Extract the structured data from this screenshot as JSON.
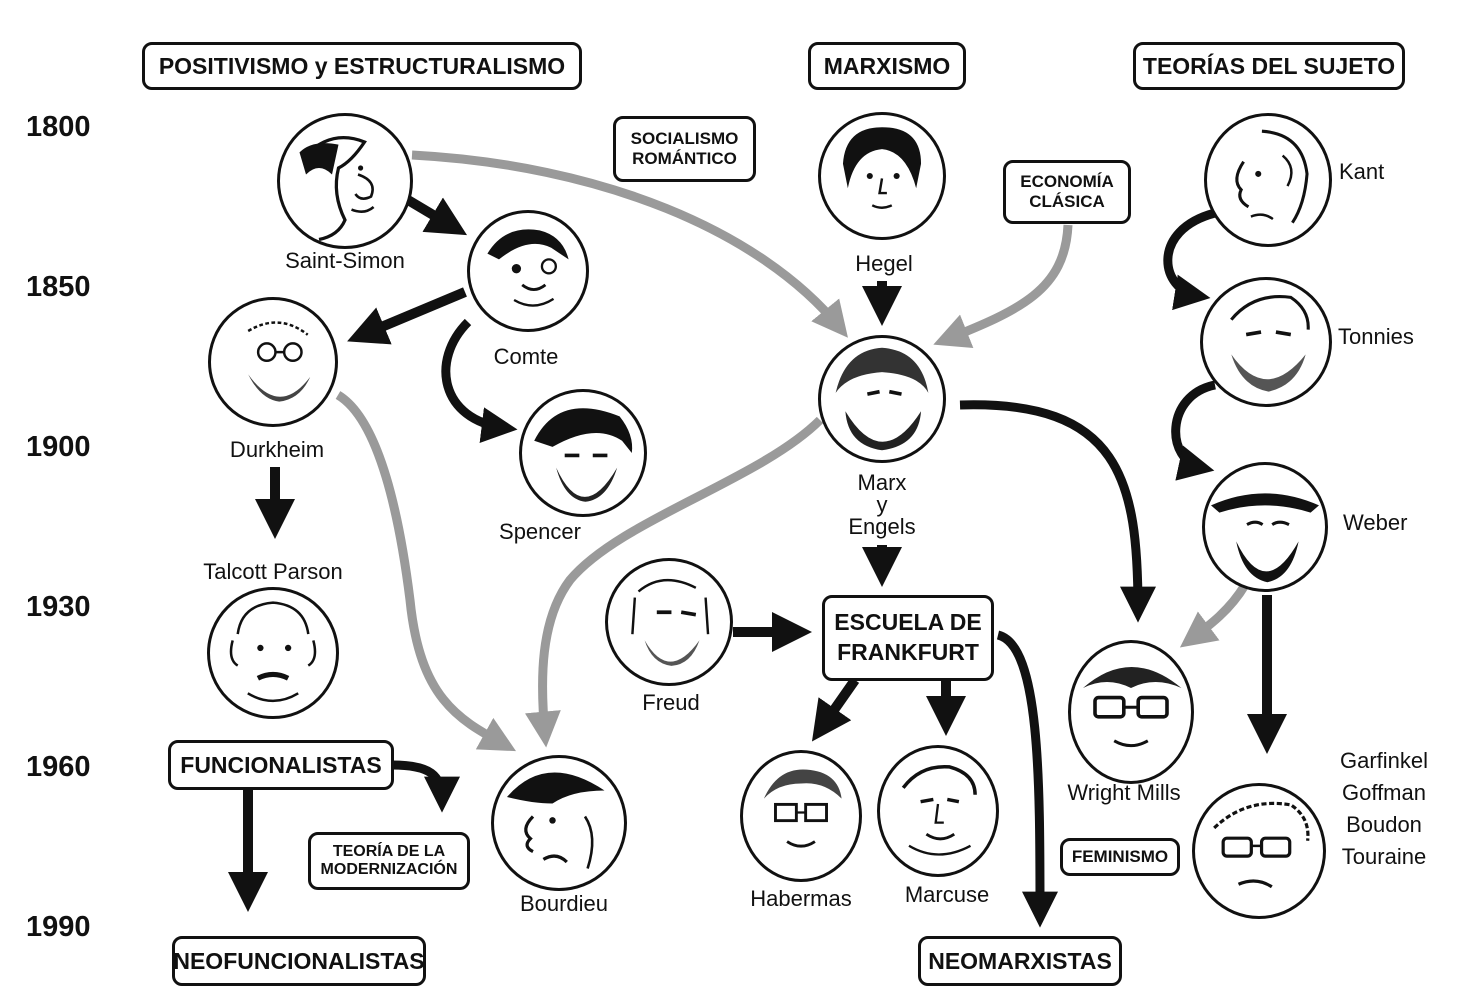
{
  "headers": {
    "positivism": "POSITIVISMO y ESTRUCTURALISMO",
    "marxism": "MARXISMO",
    "subject": "TEORÍAS DEL SUJETO"
  },
  "years": [
    "1800",
    "1850",
    "1900",
    "1930",
    "1960",
    "1990"
  ],
  "boxes": {
    "socialism_line1": "SOCIALISMO",
    "socialism_line2": "ROMÁNTICO",
    "economy_line1": "ECONOMÍA",
    "economy_line2": "CLÁSICA",
    "frankfurt_line1": "ESCUELA DE",
    "frankfurt_line2": "FRANKFURT",
    "functionalists": "FUNCIONALISTAS",
    "modernization_line1": "TEORÍA DE LA",
    "modernization_line2": "MODERNIZACIÓN",
    "neofunctionalists": "NEOFUNCIONALISTAS",
    "neomarxists": "NEOMARXISTAS",
    "feminism": "FEMINISMO"
  },
  "people": {
    "saint_simon": "Saint-Simon",
    "comte": "Comte",
    "durkheim": "Durkheim",
    "spencer": "Spencer",
    "talcott": "Talcott Parson",
    "bourdieu": "Bourdieu",
    "hegel": "Hegel",
    "marx_line1": "Marx",
    "marx_line2": "y",
    "marx_line3": "Engels",
    "freud": "Freud",
    "habermas": "Habermas",
    "marcuse": "Marcuse",
    "kant": "Kant",
    "tonnies": "Tonnies",
    "weber": "Weber",
    "wright_mills": "Wright Mills",
    "garfinkel": "Garfinkel",
    "goffman": "Goffman",
    "boudon": "Boudon",
    "touraine": "Touraine"
  },
  "colors": {
    "ink": "#111111",
    "grey_arrow": "#9a9a9a",
    "background": "#ffffff"
  }
}
